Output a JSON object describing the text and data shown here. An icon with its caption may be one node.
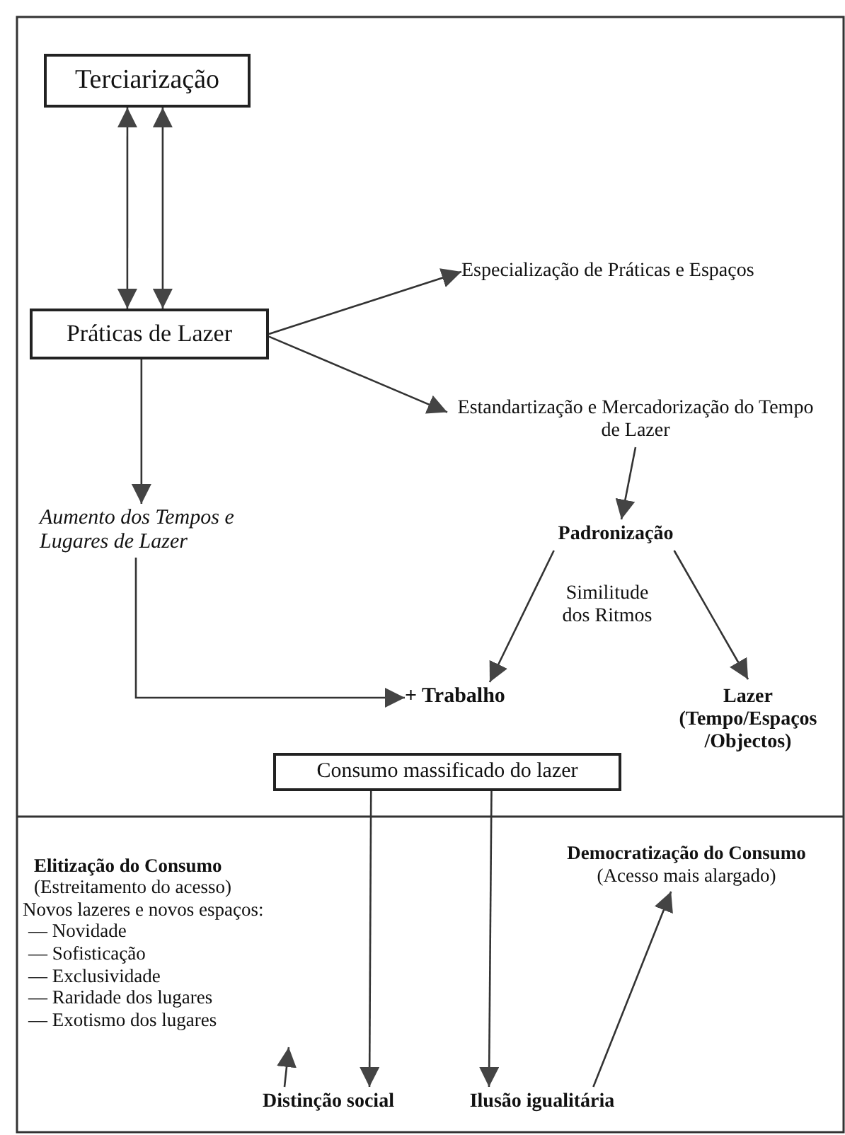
{
  "diagram": {
    "nodes": [
      {
        "text": [
          "Terciarização"
        ]
      },
      {
        "text": [
          "Práticas de Lazer"
        ]
      },
      {
        "text": [
          "Especialização de Práticas e Espaços"
        ]
      },
      {
        "text": [
          "Estandartização e Mercadorização do Tempo de Lazer"
        ]
      },
      {
        "text": [
          "Aumento dos Tempos e Lugares de Lazer"
        ]
      },
      {
        "text": [
          "Padronização"
        ]
      },
      {
        "text": [
          "+ Trabalho"
        ]
      },
      {
        "text": [
          "Lazer",
          "(Tempo/Espaços /Objectos)"
        ]
      },
      {
        "text": [
          "Consumo massificado do lazer"
        ]
      },
      {
        "text": [
          "Elitização do Consumo",
          "(Estreitamento do acesso)",
          "Novos lazeres e novos espaços:",
          "— Novidade",
          "— Sofisticação",
          "— Exclusividade",
          "— Raridade dos lugares",
          "— Exotismo dos lugares"
        ]
      },
      {
        "text": [
          "Democratização do Consumo",
          "(Acesso mais alargado)"
        ]
      },
      {
        "text": [
          "Distinção social"
        ]
      },
      {
        "text": [
          "Ilusão igualitária"
        ]
      }
    ],
    "edges": [
      {
        "from": 0,
        "to": 1,
        "arrow": "both"
      },
      {
        "from": 0,
        "to": 1,
        "arrow": "both"
      },
      {
        "from": 1,
        "to": 2,
        "arrow": "to"
      },
      {
        "from": 1,
        "to": 3,
        "arrow": "to"
      },
      {
        "from": 1,
        "to": 4,
        "arrow": "to"
      },
      {
        "from": 3,
        "to": 5,
        "arrow": "to"
      },
      {
        "from": 4,
        "to": 6,
        "arrow": "to"
      },
      {
        "from": 5,
        "to": 6,
        "arrow": "to"
      },
      {
        "from": 5,
        "to": 7,
        "arrow": "to"
      },
      {
        "from": 8,
        "to": 11,
        "arrow": "to"
      },
      {
        "from": 8,
        "to": 12,
        "arrow": "to"
      },
      {
        "from": 11,
        "to": 9,
        "arrow": "to"
      },
      {
        "from": 12,
        "to": 10,
        "arrow": "to"
      }
    ],
    "labels": [
      "Similitude dos Ritmos"
    ]
  }
}
